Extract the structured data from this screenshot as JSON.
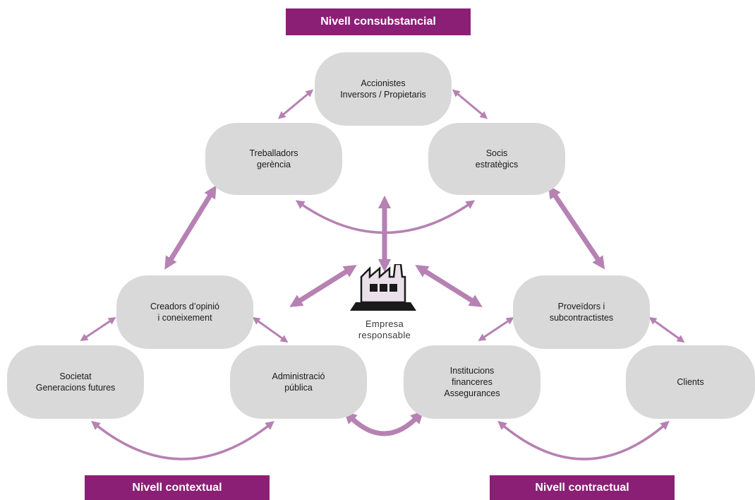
{
  "levels": {
    "consubstancial": "Nivell consubstancial",
    "contextual": "Nivell contextual",
    "contractual": "Nivell contractual"
  },
  "nodes": {
    "accionistes": [
      "Accionistes",
      "Inversors / Propietaris"
    ],
    "treballadors": [
      "Treballadors",
      "gerència"
    ],
    "socis": [
      "Socis",
      "estratègics"
    ],
    "creadors": [
      "Creadors d’opinió",
      "i coneixement"
    ],
    "proveidors": [
      "Proveïdors i",
      "subcontractistes"
    ],
    "societat": [
      "Societat",
      "Generacions futures"
    ],
    "admin": [
      "Administració",
      "pública"
    ],
    "institucions": [
      "Institucions",
      "financeres",
      "Assegurances"
    ],
    "clients": [
      "Clients"
    ]
  },
  "center": {
    "label_line1": "Empresa",
    "label_line2": "responsable",
    "icon": "factory-icon"
  },
  "colors": {
    "banner": "#8b1f76",
    "arrow": "#b681b3",
    "node_fill": "#d9d9d9",
    "factory_fill": "#eae0ea",
    "factory_dark": "#1a1a1a"
  }
}
